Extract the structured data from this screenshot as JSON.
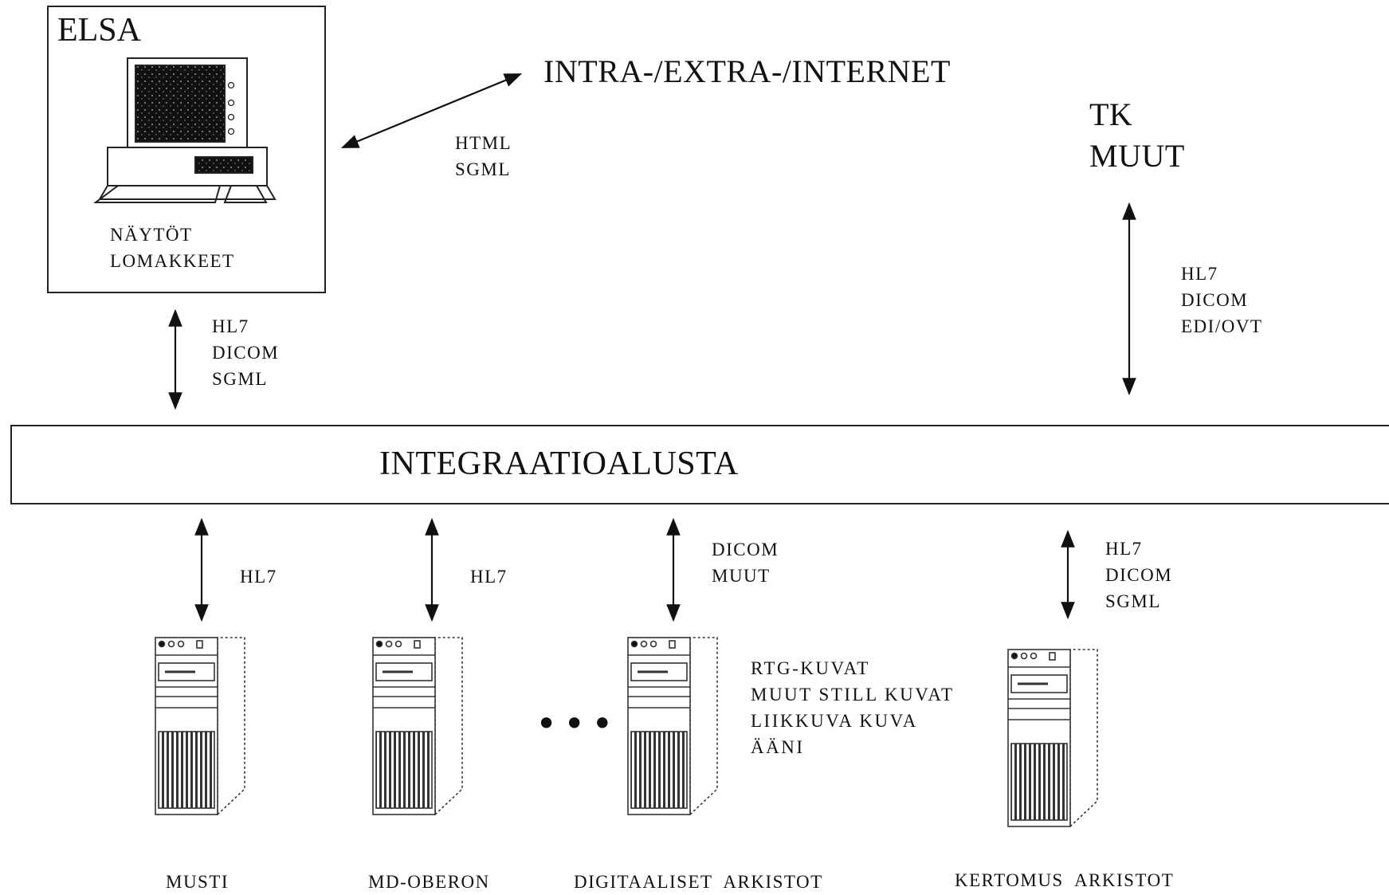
{
  "elsa": {
    "title": "ELSA",
    "caption_lines": [
      "NÄYTÖT",
      "LOMAKKEET"
    ],
    "link_labels": [
      "HL7",
      "DICOM",
      "SGML"
    ]
  },
  "internet": {
    "title": "INTRA-/EXTRA-/INTERNET",
    "link_labels": [
      "HTML",
      "SGML"
    ]
  },
  "tk": {
    "title_lines": [
      "TK",
      "MUUT"
    ],
    "link_labels": [
      "HL7",
      "DICOM",
      "EDI/OVT"
    ]
  },
  "bus": {
    "title": "INTEGRAATIOALUSTA"
  },
  "servers": [
    {
      "name": "MUSTI",
      "link_labels": [
        "HL7"
      ]
    },
    {
      "name": "MD-OBERON",
      "link_labels": [
        "HL7"
      ]
    },
    {
      "name": "DIGITAALISET  ARKISTOT",
      "link_labels": [
        "DICOM",
        "MUUT"
      ],
      "content_lines": [
        "RTG-KUVAT",
        "MUUT STILL KUVAT",
        "LIIKKUVA KUVA",
        "ÄÄNI"
      ]
    },
    {
      "name": "KERTOMUS  ARKISTOT",
      "link_labels": [
        "HL7",
        "DICOM",
        "SGML"
      ]
    }
  ],
  "ellipsis": "•••"
}
